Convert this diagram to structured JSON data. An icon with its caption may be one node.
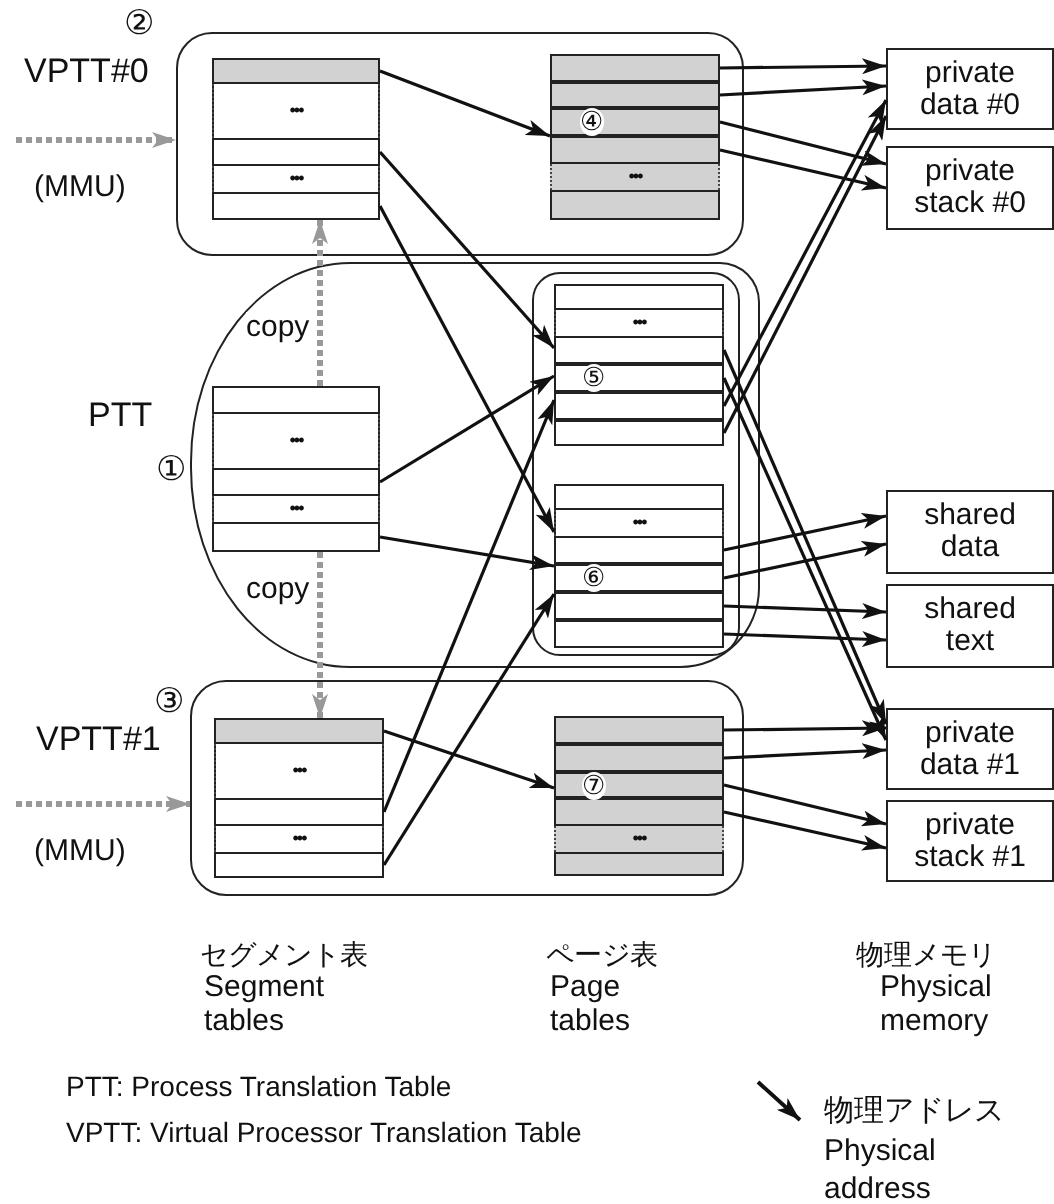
{
  "diagram": {
    "nodes": [
      {
        "text": [
          "②",
          "VPTT#0"
        ]
      },
      {
        "text": [],
        "shape": "box",
        "in": 0
      },
      {
        "text": [],
        "shape": "box",
        "in": 1
      },
      {
        "text": [
          "•••"
        ],
        "in": 1
      },
      {
        "text": [],
        "shape": "box",
        "in": 1
      },
      {
        "text": [
          "•••"
        ],
        "in": 1
      },
      {
        "text": [],
        "shape": "box",
        "in": 1
      },
      {
        "text": [],
        "shape": "box",
        "in": 0
      },
      {
        "text": [],
        "shape": "box",
        "in": 7
      },
      {
        "text": [],
        "shape": "box",
        "in": 7
      },
      {
        "text": [
          "④"
        ],
        "in": 7
      },
      {
        "text": [],
        "shape": "box",
        "in": 7
      },
      {
        "text": [
          "•••"
        ],
        "in": 7
      },
      {
        "text": [],
        "shape": "box",
        "in": 7
      },
      {
        "text": [
          "private data #0"
        ]
      },
      {
        "text": [
          "private stack #0"
        ]
      },
      {
        "text": [
          "PTT",
          "①"
        ]
      },
      {
        "text": [],
        "shape": "box",
        "in": 16
      },
      {
        "text": [],
        "shape": "box",
        "in": 17
      },
      {
        "text": [
          "•••"
        ],
        "in": 17
      },
      {
        "text": [],
        "shape": "box",
        "in": 17
      },
      {
        "text": [
          "•••"
        ],
        "in": 17
      },
      {
        "text": [],
        "shape": "box",
        "in": 17
      },
      {
        "text": [],
        "shape": "box",
        "in": 16
      },
      {
        "text": [],
        "shape": "box",
        "in": 23
      },
      {
        "text": [],
        "shape": "box",
        "in": 24
      },
      {
        "text": [
          "•••"
        ],
        "in": 24
      },
      {
        "text": [],
        "shape": "box",
        "in": 24
      },
      {
        "text": [
          "⑤"
        ],
        "in": 24
      },
      {
        "text": [],
        "shape": "box",
        "in": 24
      },
      {
        "text": [],
        "shape": "box",
        "in": 24
      },
      {
        "text": [],
        "shape": "box",
        "in": 23
      },
      {
        "text": [],
        "shape": "box",
        "in": 31
      },
      {
        "text": [
          "•••"
        ],
        "in": 31
      },
      {
        "text": [],
        "shape": "box",
        "in": 31
      },
      {
        "text": [
          "⑥"
        ],
        "in": 31
      },
      {
        "text": [],
        "shape": "box",
        "in": 31
      },
      {
        "text": [],
        "shape": "box",
        "in": 31
      },
      {
        "text": [
          "shared data"
        ]
      },
      {
        "text": [
          "shared text"
        ]
      },
      {
        "text": [
          "③",
          "VPTT#1"
        ]
      },
      {
        "text": [],
        "shape": "box",
        "in": 40
      },
      {
        "text": [],
        "shape": "box",
        "in": 41
      },
      {
        "text": [
          "•••"
        ],
        "in": 41
      },
      {
        "text": [],
        "shape": "box",
        "in": 41
      },
      {
        "text": [
          "•••"
        ],
        "in": 41
      },
      {
        "text": [],
        "shape": "box",
        "in": 41
      },
      {
        "text": [],
        "shape": "box",
        "in": 40
      },
      {
        "text": [],
        "shape": "box",
        "in": 47
      },
      {
        "text": [],
        "shape": "box",
        "in": 47
      },
      {
        "text": [
          "⑦"
        ],
        "in": 47
      },
      {
        "text": [],
        "shape": "box",
        "in": 47
      },
      {
        "text": [
          "•••"
        ],
        "in": 47
      },
      {
        "text": [],
        "shape": "box",
        "in": 47
      },
      {
        "text": [
          "private data #1"
        ]
      },
      {
        "text": [
          "private stack #1"
        ]
      }
    ],
    "edges": [
      {
        "from": null,
        "to": 0,
        "arrow": "to",
        "label": "(MMU)",
        "style": "dashed",
        "color": "#999999"
      },
      {
        "from": null,
        "to": 40,
        "arrow": "to",
        "label": "(MMU)",
        "style": "dashed",
        "color": "#999999"
      },
      {
        "from": 17,
        "to": 1,
        "arrow": "to",
        "label": "copy",
        "style": "dashed",
        "color": "#999999"
      },
      {
        "from": 17,
        "to": 41,
        "arrow": "to",
        "label": "copy",
        "style": "dashed",
        "color": "#999999"
      },
      {
        "from": 2,
        "to": 7,
        "arrow": "to"
      },
      {
        "from": 4,
        "to": 24,
        "arrow": "to"
      },
      {
        "from": 6,
        "to": 31,
        "arrow": "to"
      },
      {
        "from": 20,
        "to": 24,
        "arrow": "to"
      },
      {
        "from": 22,
        "to": 31,
        "arrow": "to"
      },
      {
        "from": 42,
        "to": 47,
        "arrow": "to"
      },
      {
        "from": 44,
        "to": 24,
        "arrow": "to"
      },
      {
        "from": 46,
        "to": 31,
        "arrow": "to"
      },
      {
        "from": 8,
        "to": 14,
        "arrow": "to"
      },
      {
        "from": 9,
        "to": 14,
        "arrow": "to"
      },
      {
        "from": 10,
        "to": 15,
        "arrow": "to"
      },
      {
        "from": 11,
        "to": 15,
        "arrow": "to"
      },
      {
        "from": 27,
        "to": 54,
        "arrow": "to"
      },
      {
        "from": 28,
        "to": 54,
        "arrow": "to"
      },
      {
        "from": 29,
        "to": 14,
        "arrow": "to"
      },
      {
        "from": 30,
        "to": 14,
        "arrow": "to"
      },
      {
        "from": 34,
        "to": 38,
        "arrow": "to"
      },
      {
        "from": 35,
        "to": 38,
        "arrow": "to"
      },
      {
        "from": 36,
        "to": 39,
        "arrow": "to"
      },
      {
        "from": 37,
        "to": 39,
        "arrow": "to"
      },
      {
        "from": 48,
        "to": 54,
        "arrow": "to"
      },
      {
        "from": 49,
        "to": 54,
        "arrow": "to"
      },
      {
        "from": 50,
        "to": 55,
        "arrow": "to"
      },
      {
        "from": 51,
        "to": 55,
        "arrow": "to"
      }
    ],
    "labels": [
      "セグメント表",
      "Segment tables",
      "ページ表",
      "Page tables",
      "物理メモリ",
      "Physical memory",
      "PTT: Process Translation Table",
      "VPTT: Virtual Processor Translation Table"
    ],
    "legend": [
      {
        "text": "物理アドレス Physical address"
      }
    ]
  }
}
